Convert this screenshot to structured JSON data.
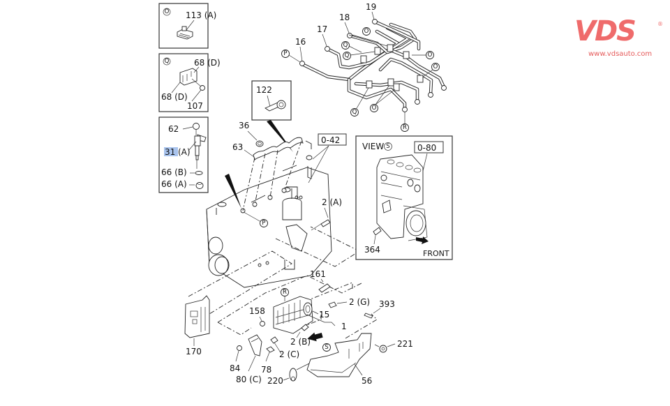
{
  "logo": {
    "brand": "VDS",
    "registered": "®",
    "url": "www.vdsauto.com",
    "color": "#ef6b6b"
  },
  "insets": {
    "O": {
      "marker": "O",
      "labels": [
        "113 (A)"
      ]
    },
    "Q": {
      "marker": "Q",
      "labels": [
        "68 (D)",
        "68 (D)",
        "107"
      ]
    },
    "injector": {
      "labels": [
        "62",
        "31",
        "(A)",
        "66 (B)",
        "66 (A)"
      ],
      "highlighted_label": "31",
      "highlight_color": "#a9c4ee"
    },
    "clip": {
      "labels": [
        "122"
      ]
    },
    "view_s": {
      "title": "VIEW",
      "marker": "S",
      "ref": "0-80",
      "labels": [
        "364"
      ],
      "direction": "FRONT"
    }
  },
  "pipes": {
    "labels": [
      "16",
      "17",
      "18",
      "19"
    ],
    "markers": [
      "P",
      "Q",
      "Q",
      "O",
      "O",
      "O",
      "Q",
      "O",
      "R"
    ]
  },
  "main": {
    "ref": "0-42",
    "labels": {
      "l36": "36",
      "l63": "63",
      "l2a": "2 (A)",
      "l161": "161",
      "l2g": "2 (G)",
      "l393": "393",
      "l158": "158",
      "l15": "15",
      "l1": "1",
      "l2b": "2 (B)",
      "l221": "221",
      "l170": "170",
      "l84": "84",
      "l2c": "2 (C)",
      "l78": "78",
      "l80c": "80 (C)",
      "l220": "220",
      "l56": "56"
    },
    "markers": {
      "p": "P",
      "r": "R",
      "s": "S"
    }
  }
}
